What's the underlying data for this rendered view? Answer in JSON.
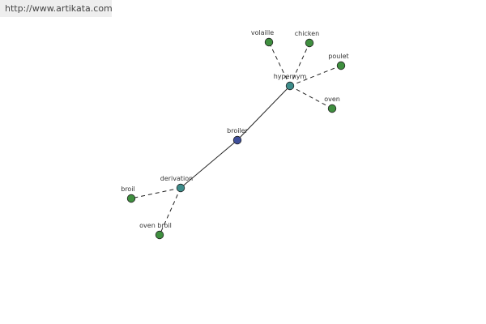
{
  "site": {
    "watermark_text": "http://www.artikata.com"
  },
  "colors": {
    "center": "#3f4f9a",
    "relation": "#3d8c8a",
    "leaf": "#3f8f3f",
    "node_stroke": "#222222",
    "edge": "#222222"
  },
  "graph": {
    "nodes": [
      {
        "id": "broiler",
        "label": "broiler",
        "kind": "center"
      },
      {
        "id": "hypernym",
        "label": "hypernym",
        "kind": "relation"
      },
      {
        "id": "derivation",
        "label": "derivation",
        "kind": "relation"
      },
      {
        "id": "volaille",
        "label": "volaille",
        "kind": "leaf"
      },
      {
        "id": "chicken",
        "label": "chicken",
        "kind": "leaf"
      },
      {
        "id": "poulet",
        "label": "poulet",
        "kind": "leaf"
      },
      {
        "id": "oven",
        "label": "oven",
        "kind": "leaf"
      },
      {
        "id": "broil",
        "label": "broil",
        "kind": "leaf"
      },
      {
        "id": "oven-broil",
        "label": "oven broil",
        "kind": "leaf"
      }
    ],
    "edges": [
      {
        "from": "broiler",
        "to": "hypernym",
        "style": "solid"
      },
      {
        "from": "broiler",
        "to": "derivation",
        "style": "solid"
      },
      {
        "from": "hypernym",
        "to": "volaille",
        "style": "dashed"
      },
      {
        "from": "hypernym",
        "to": "chicken",
        "style": "dashed"
      },
      {
        "from": "hypernym",
        "to": "poulet",
        "style": "dashed"
      },
      {
        "from": "hypernym",
        "to": "oven",
        "style": "dashed"
      },
      {
        "from": "derivation",
        "to": "broil",
        "style": "dashed"
      },
      {
        "from": "derivation",
        "to": "oven-broil",
        "style": "dashed"
      }
    ]
  }
}
